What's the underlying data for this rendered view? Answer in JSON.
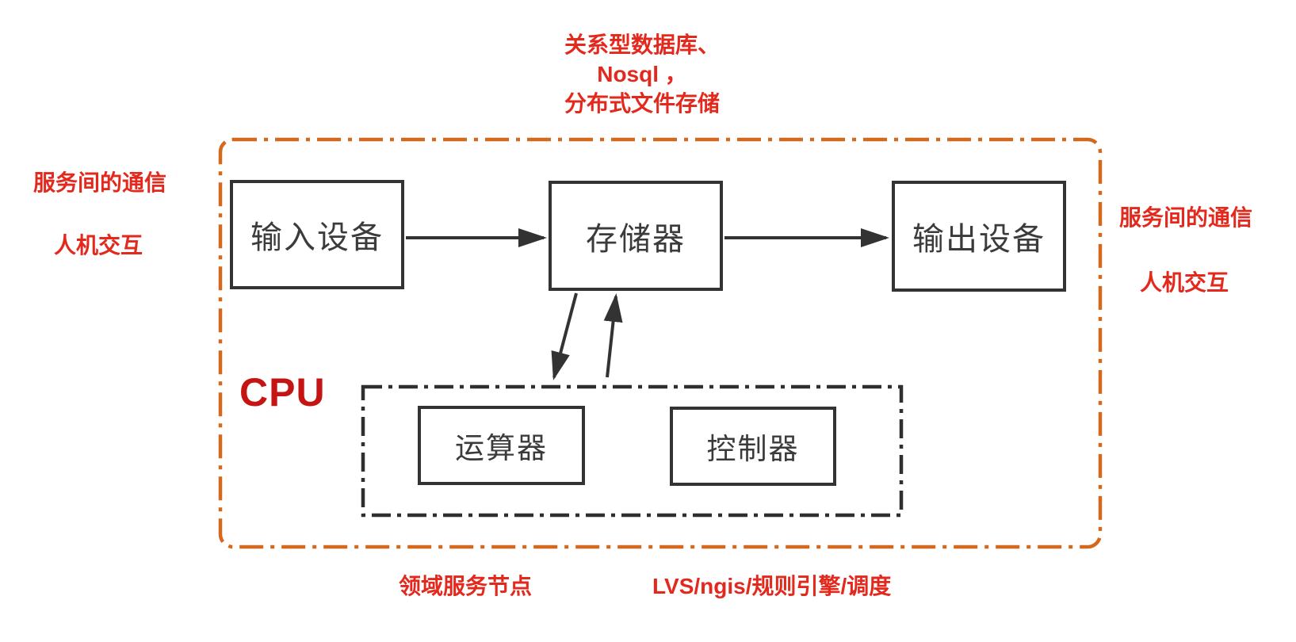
{
  "diagram": {
    "title_semantic": "computer-architecture-to-distributed-system-analogy",
    "colors": {
      "background": "#ffffff",
      "annotation_red": "#e3291d",
      "cpu_label_red": "#c41414",
      "outer_border_orange": "#d2691e",
      "node_border_dark": "#333333"
    },
    "annotations": {
      "top": {
        "lines": [
          "关系型数据库、",
          "Nosql ，",
          "分布式文件存储"
        ]
      },
      "left": {
        "line1": "服务间的通信",
        "line2": "人机交互"
      },
      "right": {
        "line1": "服务间的通信",
        "line2": "人机交互"
      },
      "bottom": {
        "left_label": "领域服务节点",
        "right_label": "LVS/ngis/规则引擎/调度"
      }
    },
    "outer_group_label": "CPU",
    "nodes": {
      "input_device": "输入设备",
      "memory": "存储器",
      "output_device": "输出设备",
      "alu": "运算器",
      "controller": "控制器"
    },
    "edges": [
      {
        "from": "input_device",
        "to": "memory"
      },
      {
        "from": "memory",
        "to": "output_device"
      },
      {
        "from": "memory",
        "to": "cpu_core_box"
      },
      {
        "from": "cpu_core_box",
        "to": "memory"
      }
    ]
  }
}
